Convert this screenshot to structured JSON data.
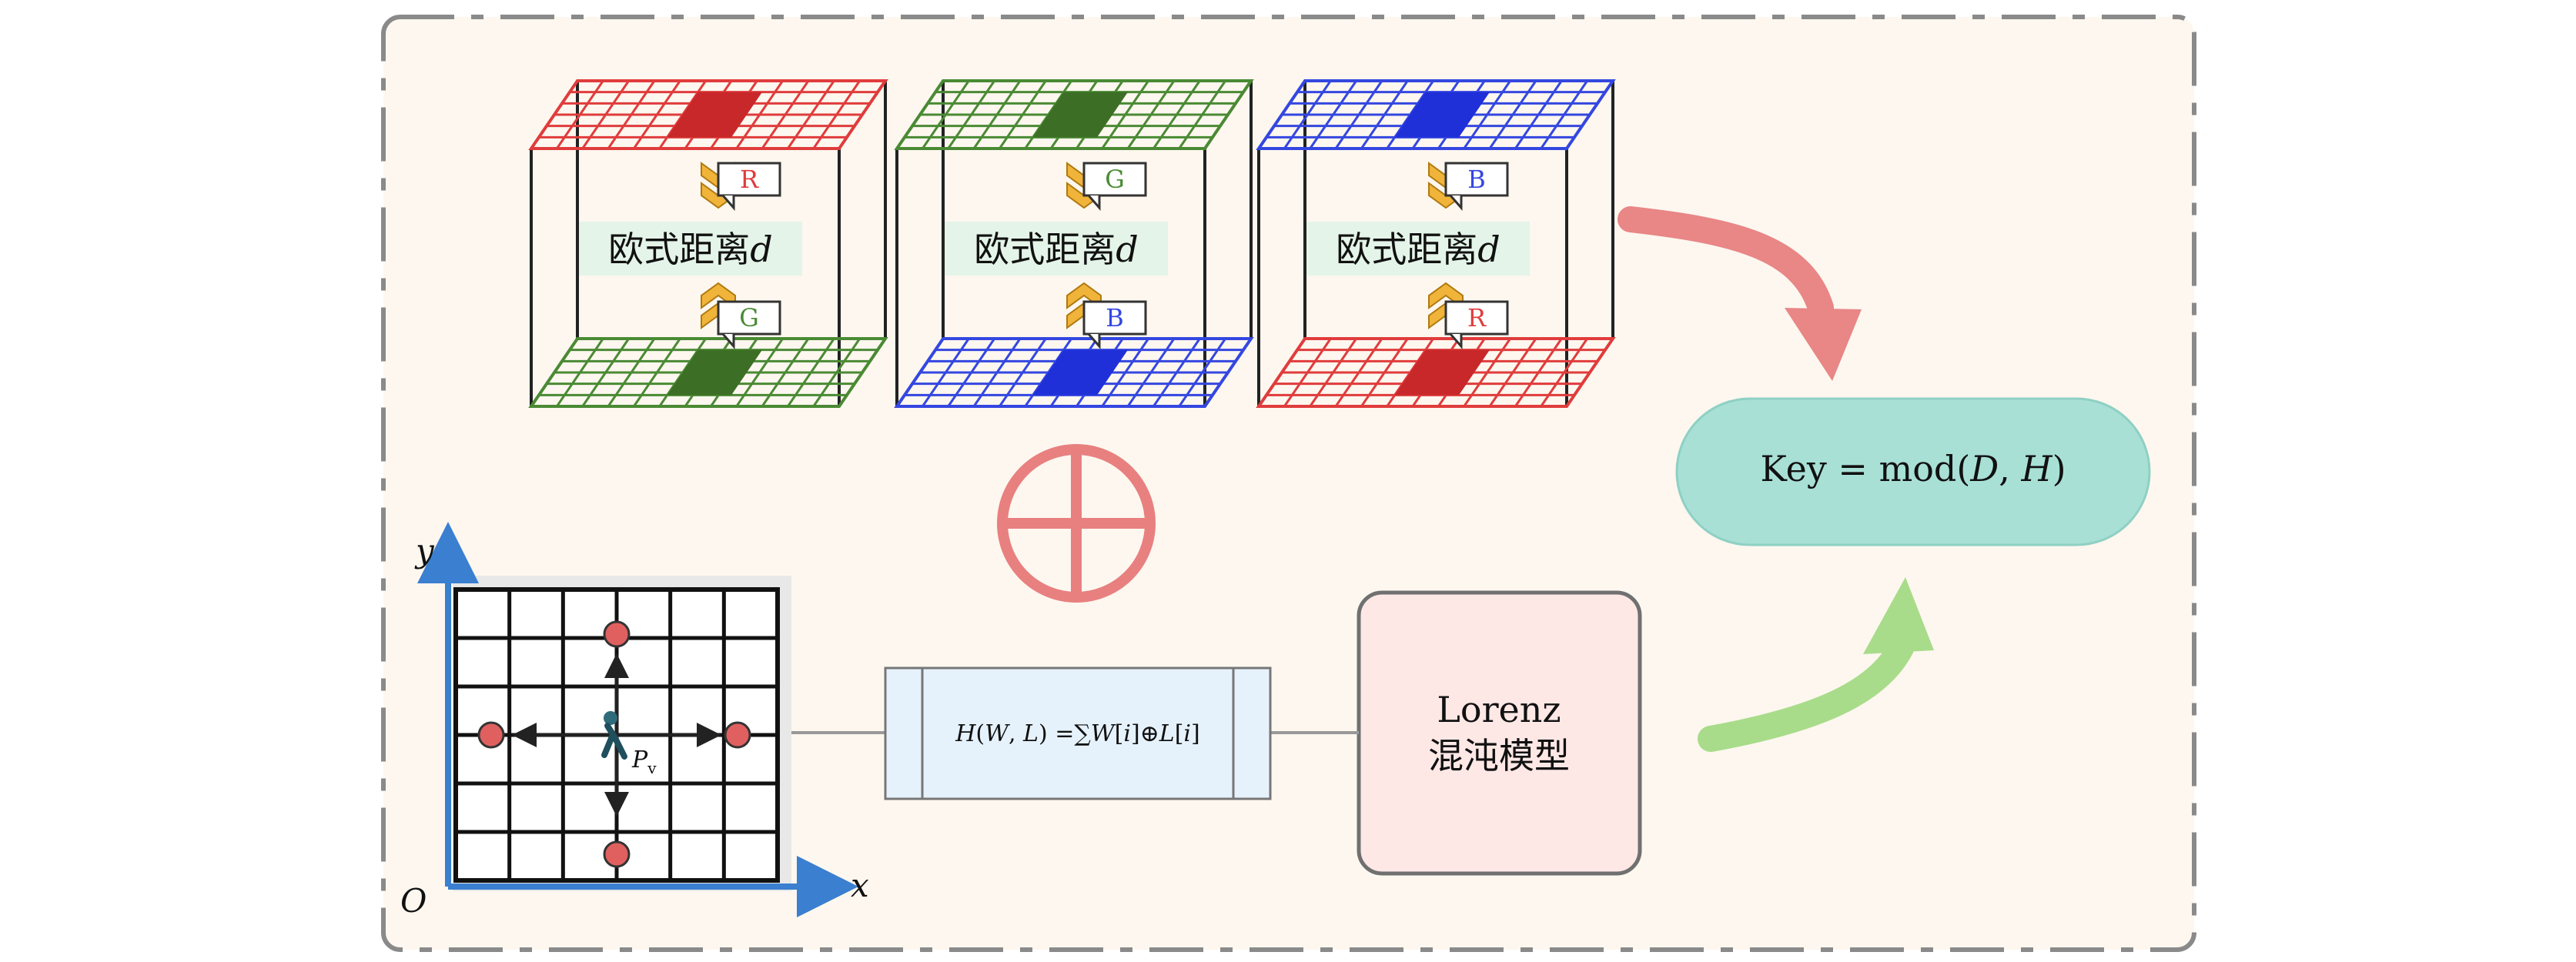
{
  "colors": {
    "frame_bg": "#fdf7ef",
    "frame_border": "#8a8a8a",
    "red": "#e03c3c",
    "green": "#4a8a34",
    "blue": "#3447e0",
    "red_fill": "#c8282a",
    "green_fill": "#3d6e25",
    "blue_fill": "#2030d8",
    "key_fill": "#a8e0d6",
    "lorenz_fill": "#fde8e6",
    "hash_fill": "#e6f2fb",
    "xor_circle": "#e88080",
    "arrow_red": "#e98686",
    "arrow_green": "#a8dc8a",
    "axis": "#3a7fd0",
    "node": "#e06060"
  },
  "cubes": [
    {
      "top_color": "red",
      "bottom_color": "green",
      "top_tag": "R",
      "bottom_tag": "G",
      "label": "欧式距离",
      "var": "d"
    },
    {
      "top_color": "green",
      "bottom_color": "blue",
      "top_tag": "G",
      "bottom_tag": "B",
      "label": "欧式距离",
      "var": "d"
    },
    {
      "top_color": "blue",
      "bottom_color": "red",
      "top_tag": "B",
      "bottom_tag": "R",
      "label": "欧式距离",
      "var": "d"
    }
  ],
  "key": {
    "prefix": "Key = mod(",
    "D": "D",
    "sep": ", ",
    "H": "H",
    "suffix": ")"
  },
  "lorenz": {
    "line1": "Lorenz",
    "line2": "混沌模型"
  },
  "hash": {
    "text_a": "H",
    "text_b": "(",
    "text_c": "W",
    "text_d": ", ",
    "text_e": "L",
    "text_f": ") =∑",
    "text_g": "W",
    "text_h": "[",
    "text_i": "i",
    "text_j": "]⊕",
    "text_k": "L",
    "text_l": "[",
    "text_m": "i",
    "text_n": "]"
  },
  "grid": {
    "y_label": "y",
    "x_label": "x",
    "origin_label": "O",
    "p_label": "P",
    "p_sub": "v"
  },
  "icons": {
    "xor": "circled-plus-icon",
    "chevron": "chevron-icon",
    "walker": "person-icon"
  }
}
